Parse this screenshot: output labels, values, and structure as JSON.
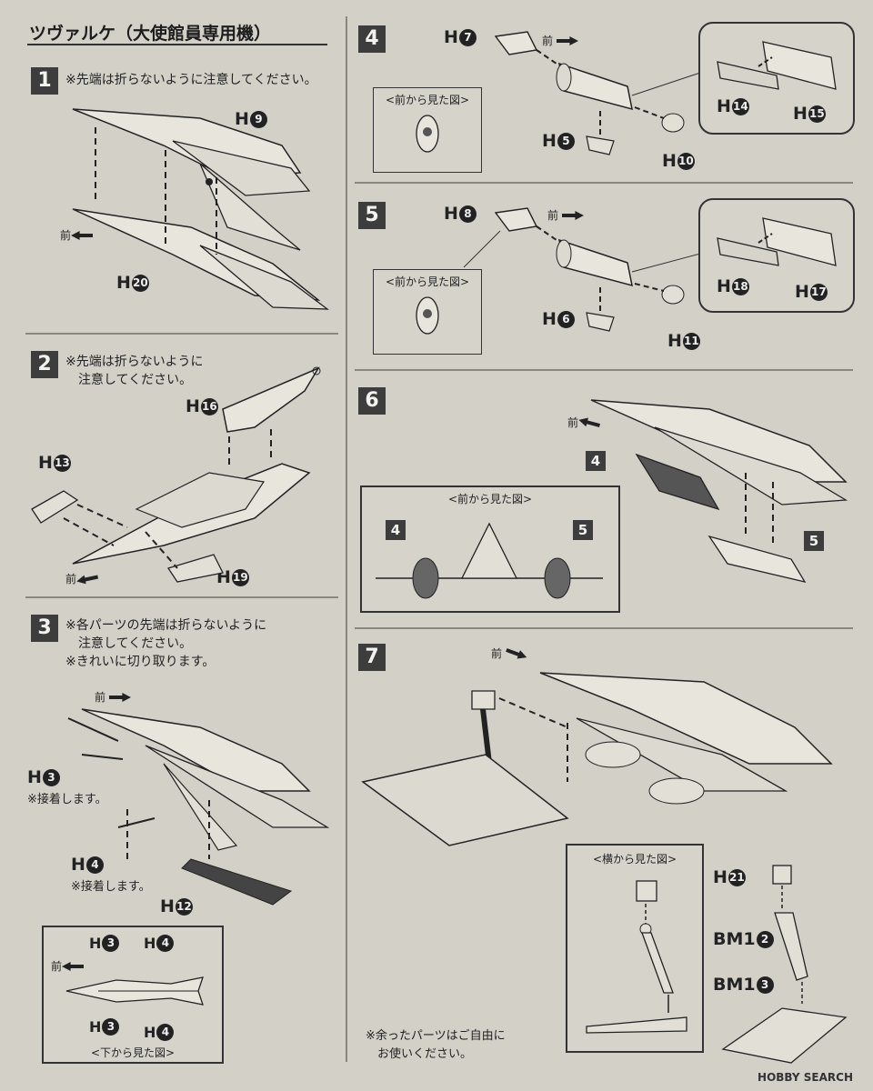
{
  "title": "ツヴァルケ（大使館員専用機）",
  "forward": "前",
  "steps": {
    "s1": {
      "num": "1",
      "note": "※先端は折らないように注意してください。",
      "parts": {
        "a": "H",
        "a_n": "9",
        "b": "H",
        "b_n": "20"
      }
    },
    "s2": {
      "num": "2",
      "note": "※先端は折らないように\n　注意してください。",
      "parts": {
        "a": "H",
        "a_n": "16",
        "b": "H",
        "b_n": "13",
        "c": "H",
        "c_n": "19"
      }
    },
    "s3": {
      "num": "3",
      "note": "※各パーツの先端は折らないように\n　注意してください。\n※きれいに切り取ります。",
      "parts": {
        "a": "H",
        "a_n": "3",
        "b": "H",
        "b_n": "4",
        "c": "H",
        "c_n": "12"
      },
      "glue": "※接着します。",
      "inset": {
        "title": "<下から見た図>"
      }
    },
    "s4": {
      "num": "4",
      "parts": {
        "a_n": "7",
        "b_n": "5",
        "c_n": "10",
        "d_n": "14",
        "e_n": "15"
      },
      "inset": {
        "title": "<前から見た図>"
      }
    },
    "s5": {
      "num": "5",
      "parts": {
        "a_n": "8",
        "b_n": "6",
        "c_n": "11",
        "d_n": "18",
        "e_n": "17"
      },
      "inset": {
        "title": "<前から見た図>"
      }
    },
    "s6": {
      "num": "6",
      "tag4": "4",
      "tag5": "5",
      "inset": {
        "title": "<前から見た図>"
      }
    },
    "s7": {
      "num": "7",
      "inset": {
        "title": "<横から見た図>"
      },
      "parts": {
        "h21": "H",
        "h21_n": "21",
        "bm2": "BM1",
        "bm2_n": "2",
        "bm3": "BM1",
        "bm3_n": "3"
      },
      "note": "※余ったパーツはご自由に\n　お使いください。"
    }
  },
  "watermark": "HOBBY SEARCH"
}
